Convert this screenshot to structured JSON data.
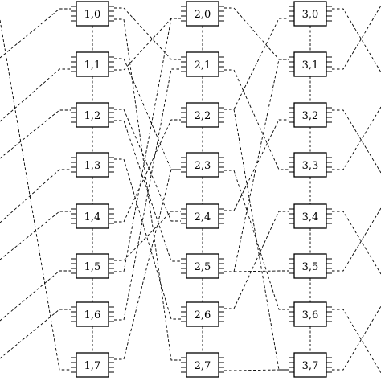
{
  "diagram": {
    "stages": [
      {
        "nodes": [
          "1,0",
          "1,1",
          "1,2",
          "1,3",
          "1,4",
          "1,5",
          "1,6",
          "1,7"
        ]
      },
      {
        "nodes": [
          "2,0",
          "2,1",
          "2,2",
          "2,3",
          "2,4",
          "2,5",
          "2,6",
          "2,7"
        ]
      },
      {
        "nodes": [
          "3,0",
          "3,1",
          "3,2",
          "3,3",
          "3,4",
          "3,5",
          "3,6",
          "3,7"
        ]
      }
    ],
    "links": [
      {
        "from": "1,0",
        "to": "2,1"
      },
      {
        "from": "1,1",
        "to": "2,0"
      },
      {
        "from": "1,1",
        "to": "2,3"
      },
      {
        "from": "1,2",
        "to": "2,5"
      },
      {
        "from": "1,3",
        "to": "2,6"
      },
      {
        "from": "1,4",
        "to": "2,2"
      },
      {
        "from": "1,5",
        "to": "2,4"
      },
      {
        "from": "1,6",
        "to": "2,1"
      },
      {
        "from": "1,7",
        "to": "2,3"
      },
      {
        "from": "1,0",
        "to": "2,7"
      },
      {
        "from": "1,2",
        "to": "2,4"
      },
      {
        "from": "1,5",
        "to": "2,0"
      },
      {
        "from": "2,0",
        "to": "3,1"
      },
      {
        "from": "2,1",
        "to": "3,3"
      },
      {
        "from": "2,2",
        "to": "3,0"
      },
      {
        "from": "2,3",
        "to": "3,6"
      },
      {
        "from": "2,4",
        "to": "3,2"
      },
      {
        "from": "2,5",
        "to": "3,5"
      },
      {
        "from": "2,6",
        "to": "3,4"
      },
      {
        "from": "2,7",
        "to": "3,7"
      },
      {
        "from": "2,2",
        "to": "3,7"
      },
      {
        "from": "2,5",
        "to": "3,1"
      }
    ]
  }
}
